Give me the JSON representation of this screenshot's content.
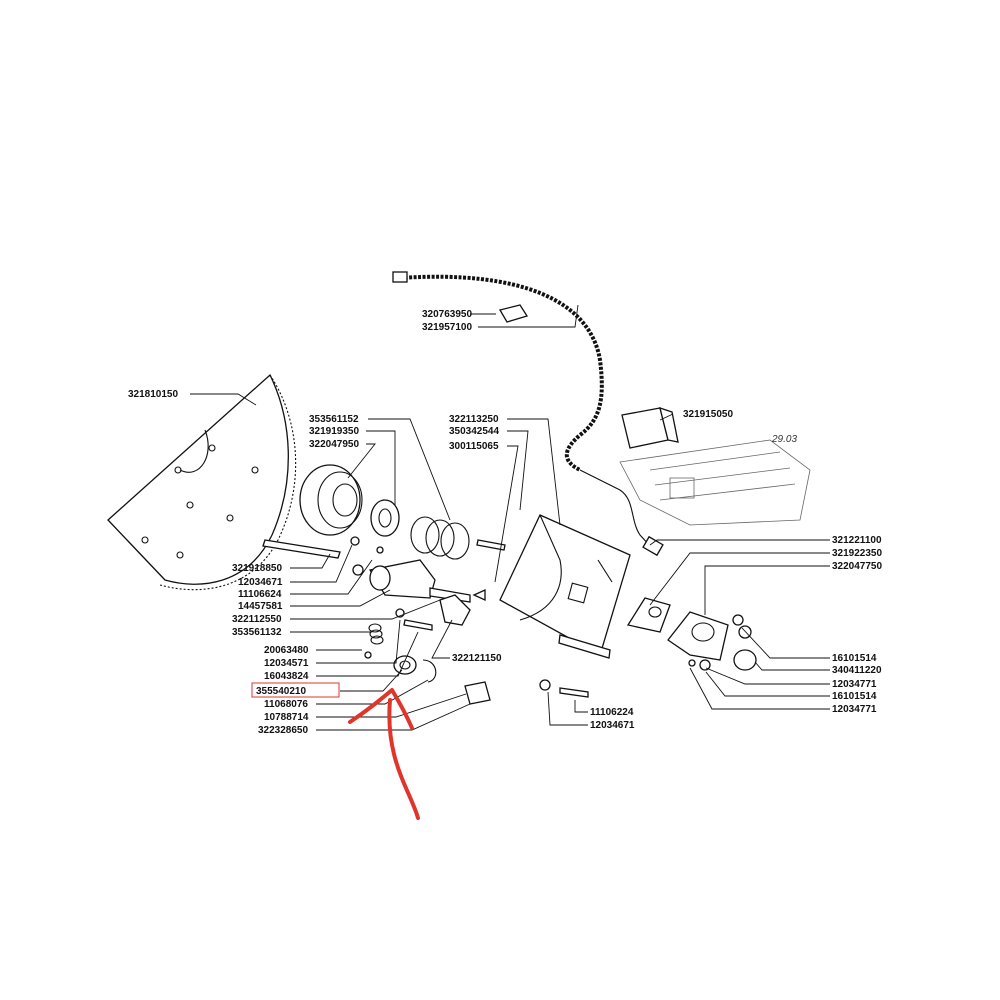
{
  "diagram": {
    "page_note": "29.03",
    "highlight_color": "#e0352b",
    "arrow_color": "#e0352b",
    "labels": {
      "p321810150": "321810150",
      "p320763950": "320763950",
      "p321957100": "321957100",
      "p321915050": "321915050",
      "p353561152": "353561152",
      "p321919350": "321919350",
      "p322047950": "322047950",
      "p322113250": "322113250",
      "p350342544": "350342544",
      "p300115065": "300115065",
      "p321918850": "321918850",
      "p12034671a": "12034671",
      "p11106624": "11106624",
      "p14457581": "14457581",
      "p322112550": "322112550",
      "p353561132": "353561132",
      "p20063480": "20063480",
      "p12034571": "12034571",
      "p16043824": "16043824",
      "p355540210": "355540210",
      "p11068076": "11068076",
      "p10788714": "10788714",
      "p322328650": "322328650",
      "p322121150": "322121150",
      "p11106224": "11106224",
      "p12034671b": "12034671",
      "p321221100": "321221100",
      "p321922350": "321922350",
      "p322047750": "322047750",
      "p16101514a": "16101514",
      "p340411220": "340411220",
      "p12034771a": "12034771",
      "p16101514b": "16101514",
      "p12034771b": "12034771"
    }
  }
}
